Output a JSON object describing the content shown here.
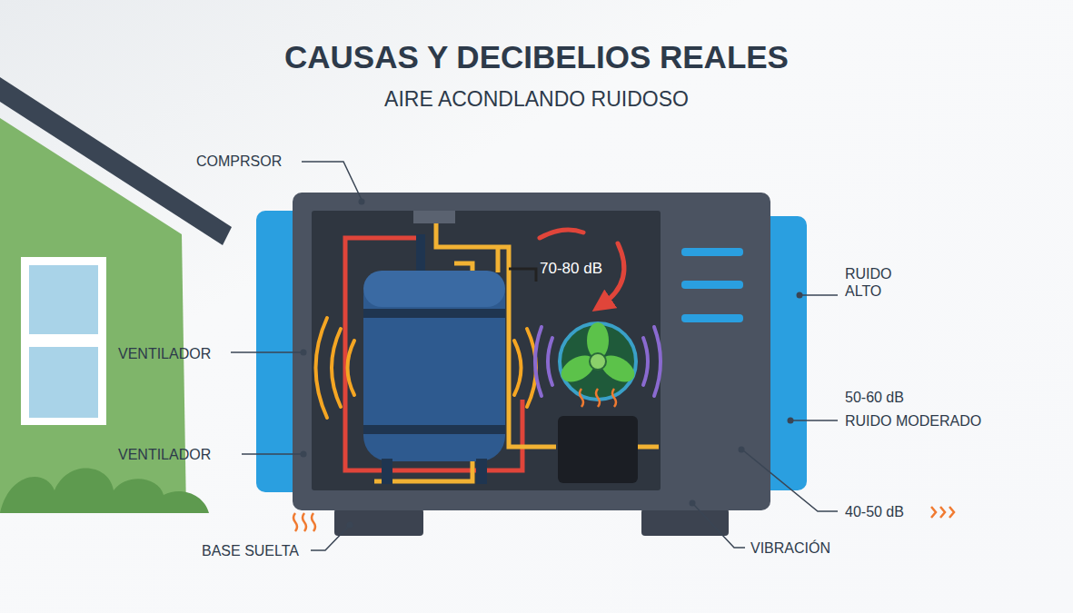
{
  "diagram": {
    "title": "CAUSAS Y DECIBELIOS REALES",
    "labels": [
      "AIRE ACONDLANDO RUIDOSO",
      "COMPRSOR",
      "70-80 dB",
      "RUIDO ALTO",
      "VENTILADOR",
      "50-60 dB",
      "RUIDO MODERADO",
      "VENTILADOR",
      "40-50 dB",
      "BASE SUELTA",
      "VIBRACIÓN"
    ]
  }
}
